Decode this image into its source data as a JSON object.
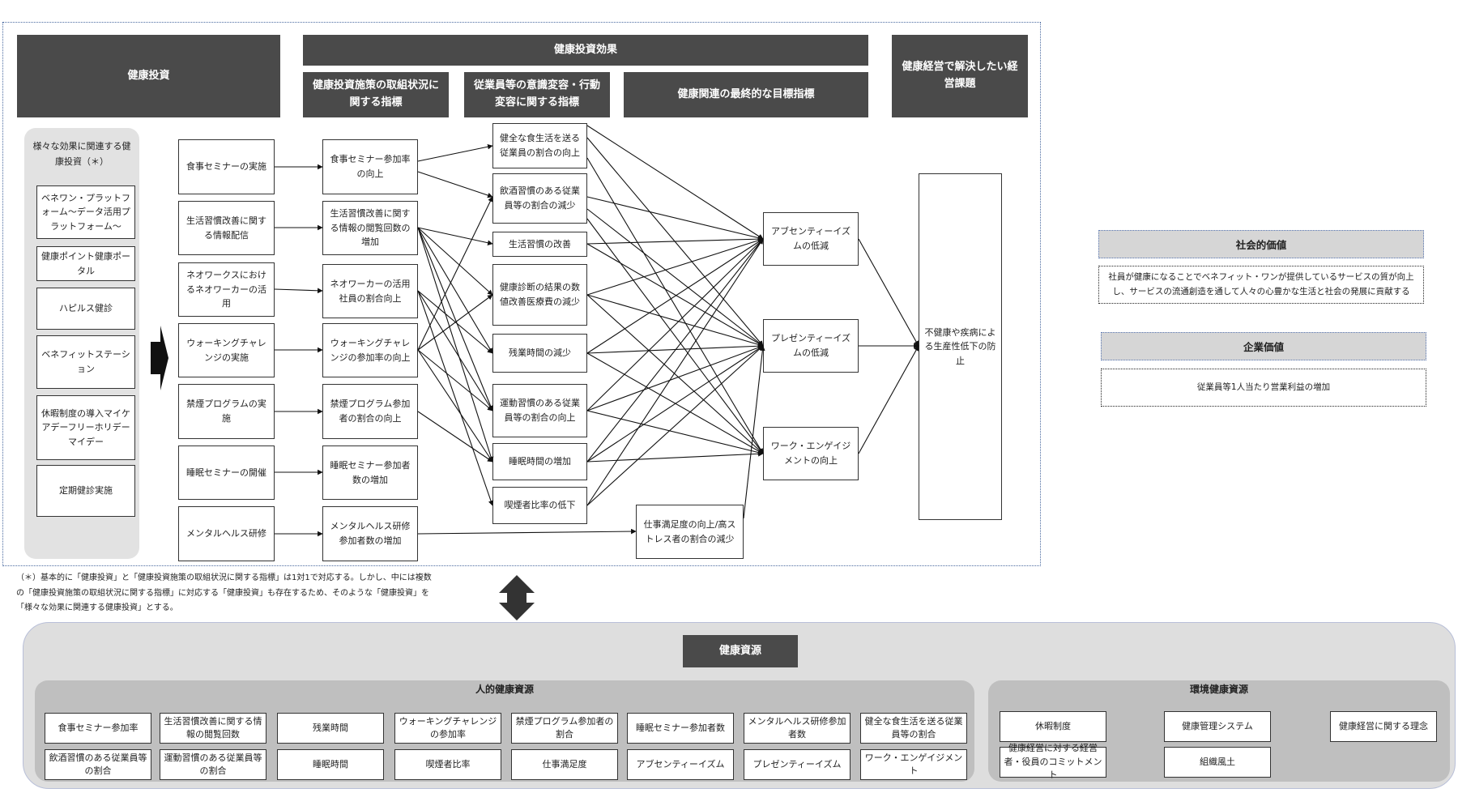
{
  "headers": {
    "investment": "健康投資",
    "effect": "健康投資効果",
    "measure_indicator": "健康投資施策の取組状況に関する指標",
    "behavior_indicator": "従業員等の意識変容・行動変容に関する指標",
    "final_indicator": "健康関連の最終的な目標指標",
    "management_issue": "健康経営で解決したい経営課題"
  },
  "left_panel": {
    "title": "様々な効果に関連する健康投資（＊）",
    "items": [
      "ベネワン・プラットフォーム～データ活用プラットフォーム～",
      "健康ポイント健康ポータル",
      "ハピルス健診",
      "ベネフィットステーション",
      "休暇制度の導入マイケアデーフリーホリデーマイデー",
      "定期健診実施"
    ]
  },
  "investments": [
    "食事セミナーの実施",
    "生活習慣改善に関する情報配信",
    "ネオワークスにおけるネオワーカーの活用",
    "ウォーキングチャレンジの実施",
    "禁煙プログラムの実施",
    "睡眠セミナーの開催",
    "メンタルヘルス研修"
  ],
  "measure_indicators": [
    "食事セミナー参加率の向上",
    "生活習慣改善に関する情報の閲覧回数の増加",
    "ネオワーカーの活用社員の割合向上",
    "ウォーキングチャレンジの参加率の向上",
    "禁煙プログラム参加者の割合の向上",
    "睡眠セミナー参加者数の増加",
    "メンタルヘルス研修参加者数の増加"
  ],
  "behavior_indicators": [
    "健全な食生活を送る従業員の割合の向上",
    "飲酒習慣のある従業員等の割合の減少",
    "生活習慣の改善",
    "健康診断の結果の数値改善医療費の減少",
    "残業時間の減少",
    "運動習慣のある従業員等の割合の向上",
    "睡眠時間の増加",
    "喫煙者比率の低下"
  ],
  "job_satisfaction": "仕事満足度の向上/高ストレス者の割合の減少",
  "final_indicators": [
    "アブセンティーイズムの低減",
    "プレゼンティーイズムの低減",
    "ワーク・エンゲイジメントの向上"
  ],
  "management_issue_box": "不健康や疾病による生産性低下の防止",
  "footnote": "（＊）基本的に「健康投資」と「健康投資施策の取組状況に関する指標」は1対1で対応する。しかし、中には複数の「健康投資施策の取組状況に関する指標」に対応する「健康投資」も存在するため、そのような「健康投資」を「様々な効果に関連する健康投資」とする。",
  "values": {
    "social_title": "社会的価値",
    "social_body": "社員が健康になることでベネフィット・ワンが提供しているサービスの質が向上し、サービスの流通創造を通して人々の心豊かな生活と社会の発展に貢献する",
    "corporate_title": "企業価値",
    "corporate_body": "従業員等1人当たり営業利益の増加"
  },
  "resources": {
    "title": "健康資源",
    "human_title": "人的健康資源",
    "human_row1": [
      "食事セミナー参加率",
      "生活習慣改善に関する情報の閲覧回数",
      "残業時間",
      "ウォーキングチャレンジの参加率",
      "禁煙プログラム参加者の割合",
      "睡眠セミナー参加者数",
      "メンタルヘルス研修参加者数",
      "健全な食生活を送る従業員等の割合"
    ],
    "human_row2": [
      "飲酒習慣のある従業員等の割合",
      "運動習慣のある従業員等の割合",
      "睡眠時間",
      "喫煙者比率",
      "仕事満足度",
      "アブセンティーイズム",
      "プレゼンティーイズム",
      "ワーク・エンゲイジメント"
    ],
    "env_title": "環境健康資源",
    "env_items": [
      "休暇制度",
      "健康管理システム",
      "健康経営に関する理念",
      "健康経営に対する経営者・役員のコミットメント",
      "組織風土"
    ]
  }
}
